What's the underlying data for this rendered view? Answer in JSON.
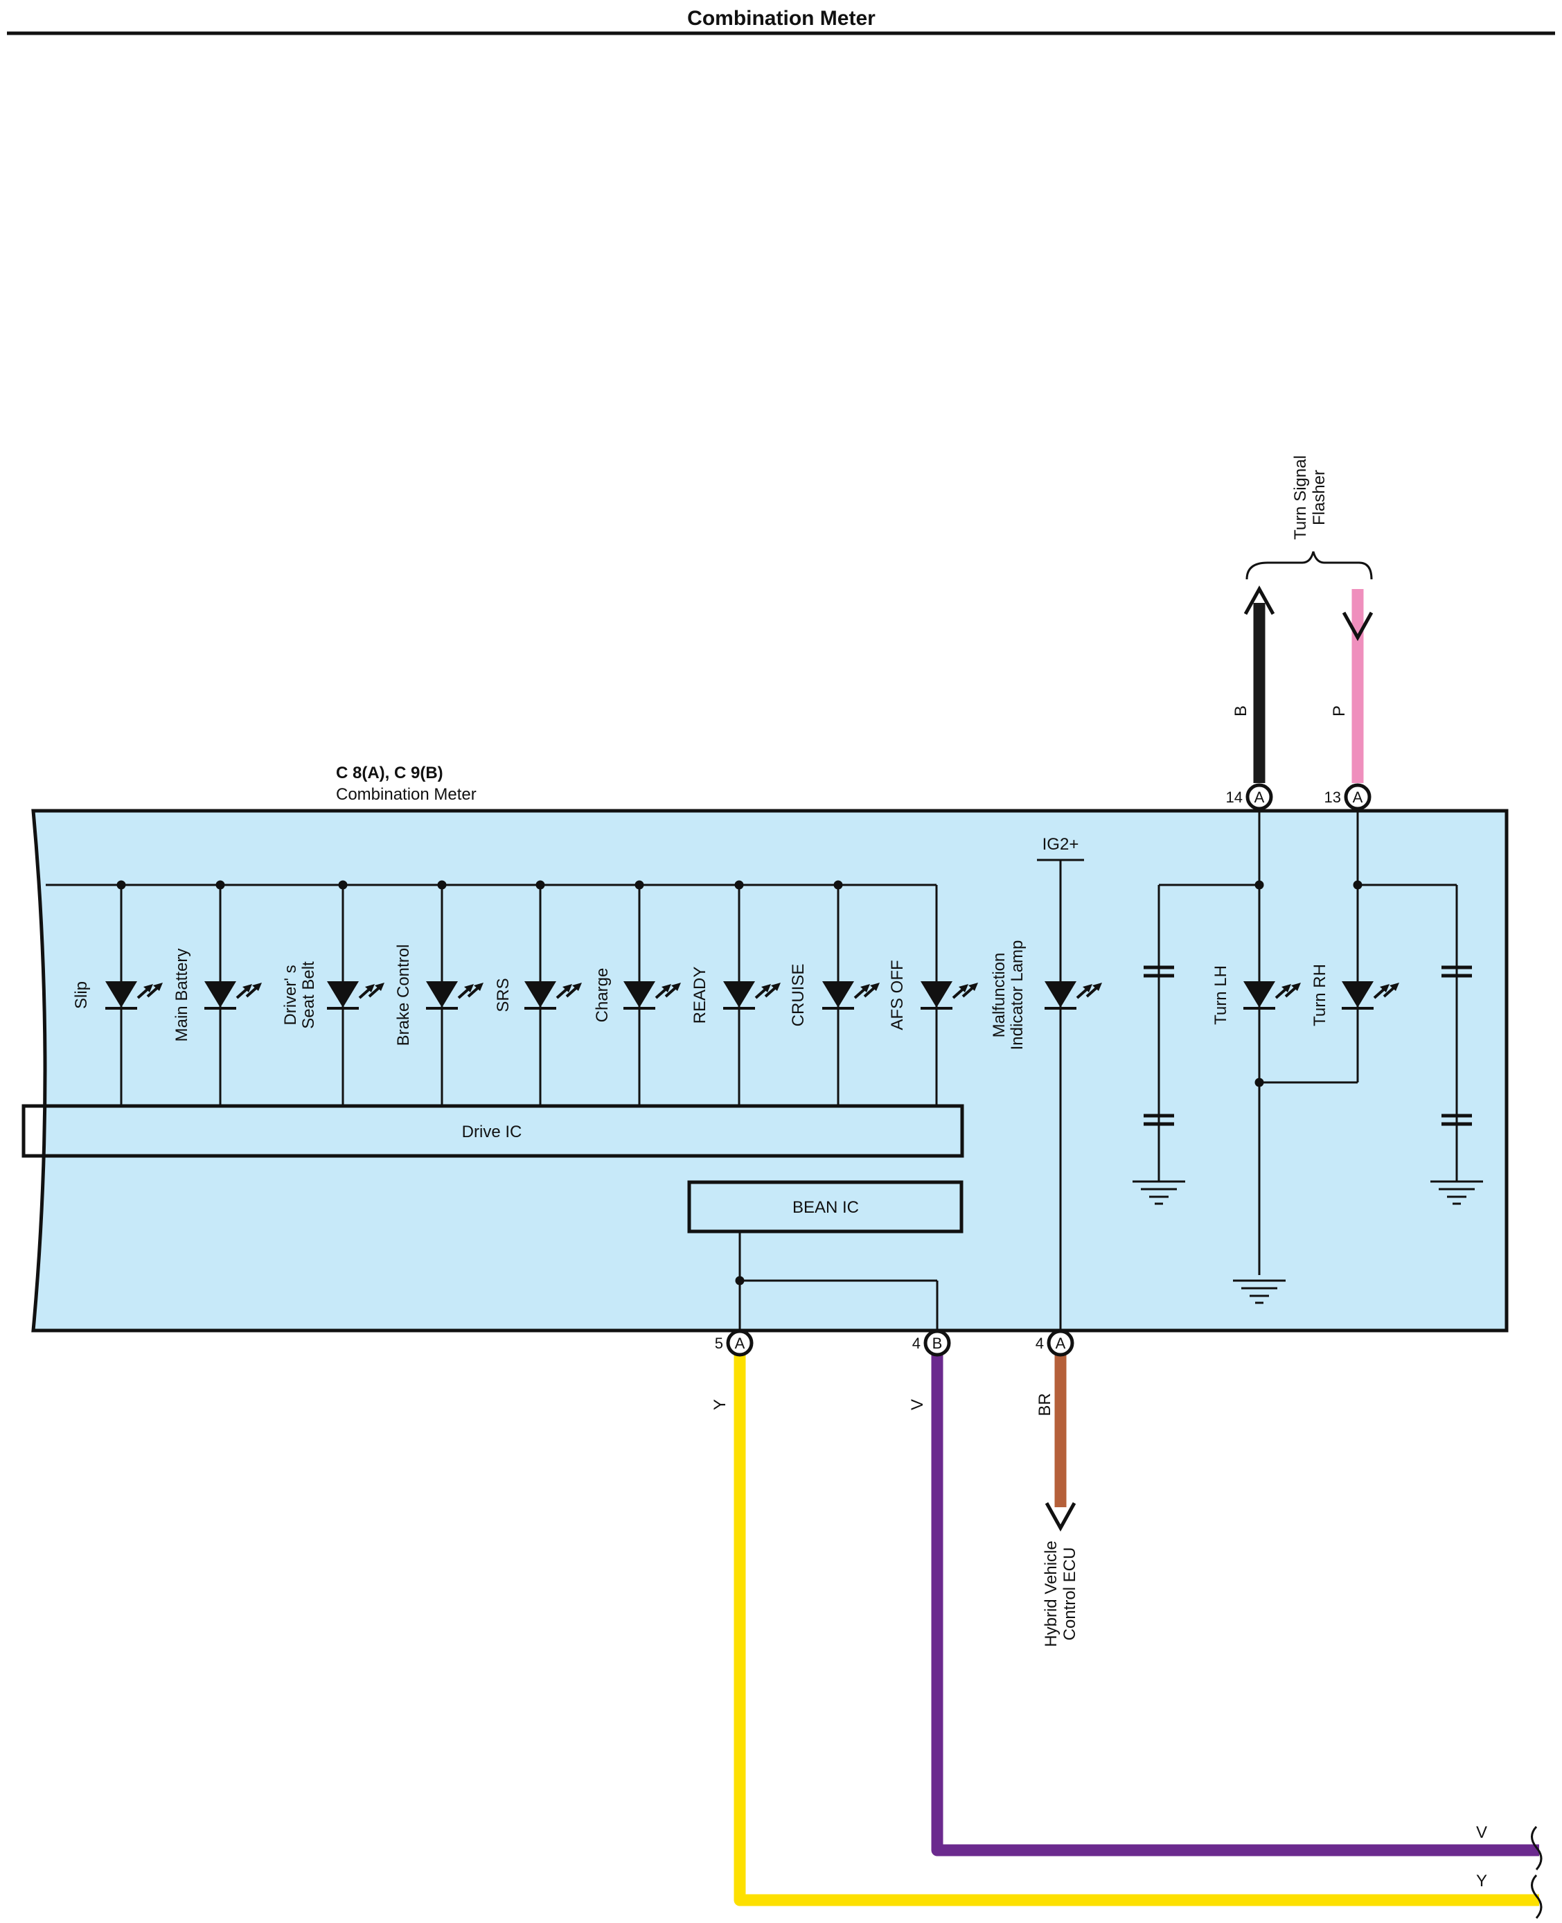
{
  "title": "Combination Meter",
  "component": {
    "ref": "C 8(A), C 9(B)",
    "name": "Combination Meter",
    "fill": "#c7e9f9"
  },
  "supply_label": "IG2+",
  "ics": {
    "drive": "Drive IC",
    "bean": "BEAN IC"
  },
  "indicators": [
    {
      "lines": [
        "Slip"
      ]
    },
    {
      "lines": [
        "Main Battery"
      ]
    },
    {
      "lines": [
        "Driver' s",
        "Seat Belt"
      ]
    },
    {
      "lines": [
        "Brake Control"
      ]
    },
    {
      "lines": [
        "SRS"
      ]
    },
    {
      "lines": [
        "Charge"
      ]
    },
    {
      "lines": [
        "READY"
      ]
    },
    {
      "lines": [
        "CRUISE"
      ]
    },
    {
      "lines": [
        "AFS OFF"
      ]
    },
    {
      "lines": [
        "Malfunction",
        "Indicator Lamp"
      ]
    },
    {
      "lines": [
        "Turn LH"
      ]
    },
    {
      "lines": [
        "Turn RH"
      ]
    }
  ],
  "connectors": {
    "turn_lh": {
      "pin": "14",
      "conn": "A"
    },
    "turn_rh": {
      "pin": "13",
      "conn": "A"
    },
    "bean_y": {
      "pin": "5",
      "conn": "A"
    },
    "bean_v": {
      "pin": "4",
      "conn": "B"
    },
    "mil": {
      "pin": "4",
      "conn": "A"
    }
  },
  "wires": {
    "black": {
      "code": "B",
      "color": "#1a1a1a"
    },
    "pink": {
      "code": "P",
      "color": "#ef8fbd"
    },
    "yellow": {
      "code": "Y",
      "color": "#fde000"
    },
    "violet": {
      "code": "V",
      "color": "#6b2a8e"
    },
    "brown": {
      "code": "BR",
      "color": "#b5603a"
    }
  },
  "destinations": {
    "turn_signal_flasher": [
      "Turn Signal",
      "Flasher"
    ],
    "hybrid_ecu": [
      "Hybrid Vehicle",
      "Control ECU"
    ]
  }
}
